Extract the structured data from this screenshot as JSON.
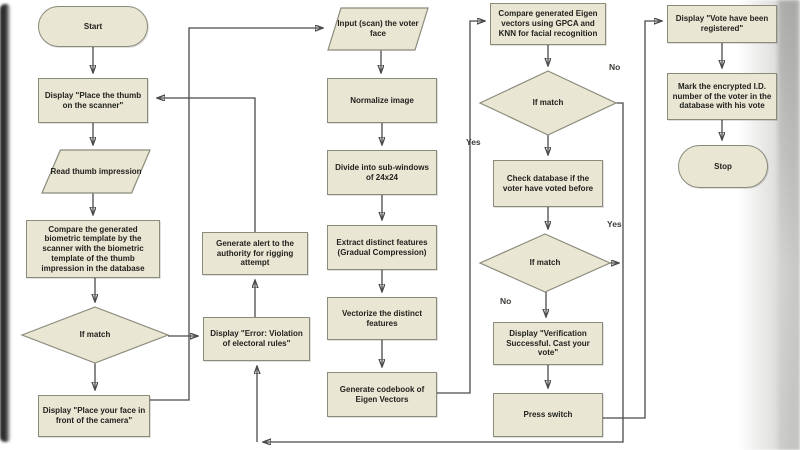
{
  "diagram": {
    "type": "flowchart",
    "subject": "Biometric voting process (thumb + facial recognition) flowchart",
    "colors": {
      "node_fill": "#e9e6d3",
      "node_border": "#8b8b7c",
      "wire": "#4a4a4a",
      "text": "#22221f"
    },
    "nodes": {
      "start": {
        "type": "terminator",
        "label": "Start"
      },
      "display_thumb": {
        "type": "process",
        "label": "Display \"Place the thumb on the scanner\""
      },
      "read_thumb": {
        "type": "input",
        "label": "Read thumb impression"
      },
      "compare_biometric": {
        "type": "process",
        "label": "Compare the generated biometric template by the scanner with the biometric template of the thumb impression in the database"
      },
      "if_match_thumb": {
        "type": "decision",
        "label": "If match"
      },
      "display_face": {
        "type": "process",
        "label": "Display \"Place your face in front of the camera\""
      },
      "generate_alert": {
        "type": "process",
        "label": "Generate alert to the authority for rigging attempt"
      },
      "display_error": {
        "type": "process",
        "label": "Display \"Error: Violation of electoral rules\""
      },
      "input_face": {
        "type": "input",
        "label": "Input (scan) the voter face"
      },
      "normalize": {
        "type": "process",
        "label": "Normalize image"
      },
      "divide": {
        "type": "process",
        "label": "Divide into sub-windows of 24x24"
      },
      "extract": {
        "type": "process",
        "label": "Extract distinct features (Gradual Compression)"
      },
      "vectorize": {
        "type": "process",
        "label": "Vectorize the distinct features"
      },
      "codebook": {
        "type": "process",
        "label": "Generate codebook of Eigen Vectors"
      },
      "compare_eigen": {
        "type": "process",
        "label": "Compare generated Eigen vectors using GPCA and KNN for facial recognition"
      },
      "if_match_face": {
        "type": "decision",
        "label": "If match"
      },
      "check_db": {
        "type": "process",
        "label": "Check database if the voter have voted before"
      },
      "if_match_db": {
        "type": "decision",
        "label": "If match"
      },
      "display_verification": {
        "type": "process",
        "label": "Display \"Verification Successful. Cast your vote\""
      },
      "press_switch": {
        "type": "process",
        "label": "Press switch"
      },
      "display_vote": {
        "type": "process",
        "label": "Display \"Vote have been registered\""
      },
      "mark_id": {
        "type": "process",
        "label": "Mark the encrypted I.D. number of the voter in the database with his vote"
      },
      "stop": {
        "type": "terminator",
        "label": "Stop"
      }
    },
    "edge_labels": {
      "yes_face": "Yes",
      "no_face": "No",
      "yes_db": "Yes",
      "no_db": "No"
    }
  }
}
